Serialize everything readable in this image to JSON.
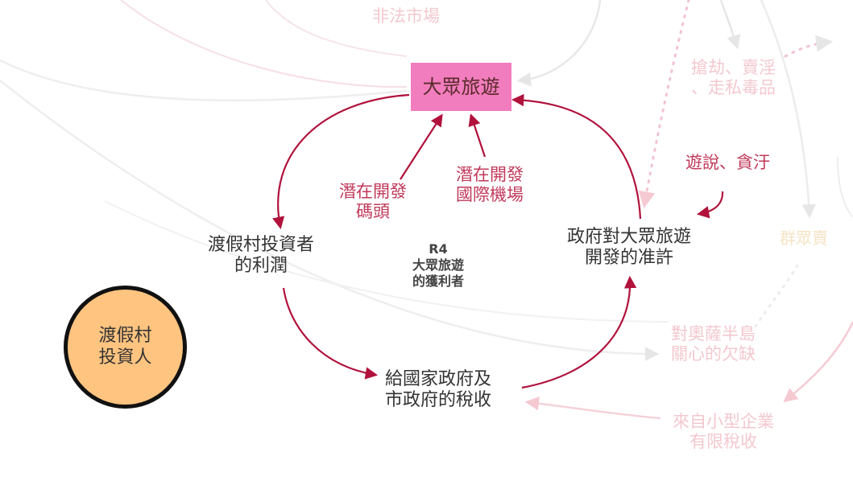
{
  "diagram": {
    "loop": {
      "id": "R4",
      "name_lines": [
        "大眾旅遊",
        "的獲利者"
      ]
    },
    "nodes": {
      "mass_tourism": "大眾旅遊",
      "resort_profit": [
        "渡假村投資者",
        "的利潤"
      ],
      "tax_revenue": [
        "給國家政府及",
        "市政府的稅收"
      ],
      "gov_permit": [
        "政府對大眾旅遊",
        "開發的准許"
      ],
      "investor": [
        "渡假村",
        "投資人"
      ],
      "pier": [
        "潛在開發",
        "碼頭"
      ],
      "airport": [
        "潛在開發",
        "國際機場"
      ],
      "lobbying": "遊說、貪汙"
    },
    "faded": {
      "illegal_market": "非法市場",
      "robbery": [
        "搶劫、賣淫",
        "、走私毒品"
      ],
      "peninsula": [
        "對奧薩半島",
        "關心的欠缺"
      ],
      "small_business": [
        "來自小型企業",
        "有限稅收"
      ],
      "community_edge": "群眾賣"
    },
    "colors": {
      "arrow_main": "#b0123c",
      "box_fill": "#f27dbe",
      "circle_fill": "#ffc480",
      "faded_line": "#ececec",
      "faded_pink": "#f3c8d0"
    }
  }
}
